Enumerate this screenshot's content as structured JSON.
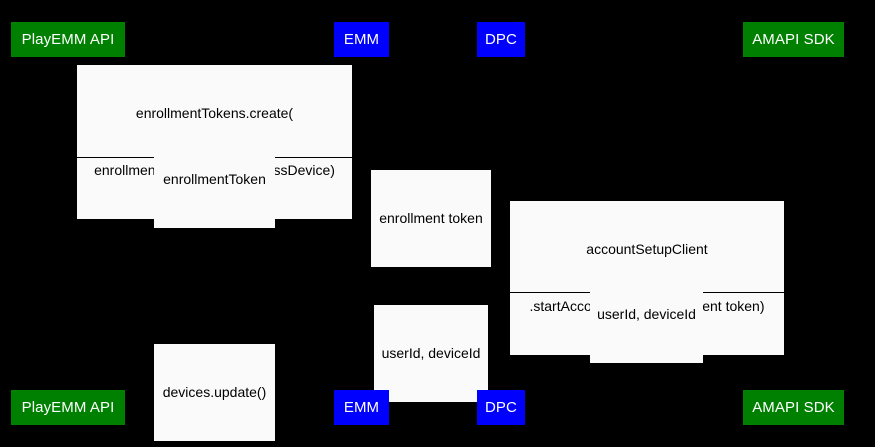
{
  "diagram": {
    "type": "sequence-diagram",
    "title": "",
    "background_color": "#000000",
    "participant_green_color": "#008000",
    "participant_blue_color": "#0000ff",
    "label_background_color": "#fafafa",
    "label_text_color": "#000000",
    "participants": [
      {
        "id": "playemm-api",
        "label": "PlayEMM API",
        "color": "green"
      },
      {
        "id": "emm",
        "label": "EMM",
        "color": "blue"
      },
      {
        "id": "dpc",
        "label": "DPC",
        "color": "blue"
      },
      {
        "id": "amapi-sdk",
        "label": "AMAPI SDK",
        "color": "green"
      }
    ],
    "messages": [
      {
        "id": "msg-1",
        "from": "emm",
        "to": "playemm-api",
        "line1": "enrollmentTokens.create(",
        "line2": "enrollmentTokenType=userlessDevice)"
      },
      {
        "id": "msg-2",
        "from": "playemm-api",
        "to": "emm",
        "line1": "enrollmentToken",
        "line2": ""
      },
      {
        "id": "msg-3",
        "from": "emm",
        "to": "dpc",
        "line1": "enrollment token",
        "line2": ""
      },
      {
        "id": "msg-4",
        "from": "dpc",
        "to": "amapi-sdk",
        "line1": "accountSetupClient",
        "line2": ".startAccountSetup(entrollment token)"
      },
      {
        "id": "msg-5",
        "from": "amapi-sdk",
        "to": "dpc",
        "line1": "userId, deviceId",
        "line2": ""
      },
      {
        "id": "msg-6",
        "from": "dpc",
        "to": "emm",
        "line1": "userId, deviceId",
        "line2": ""
      },
      {
        "id": "msg-7",
        "from": "emm",
        "to": "playemm-api",
        "line1": "devices.update()",
        "line2": ""
      }
    ]
  }
}
